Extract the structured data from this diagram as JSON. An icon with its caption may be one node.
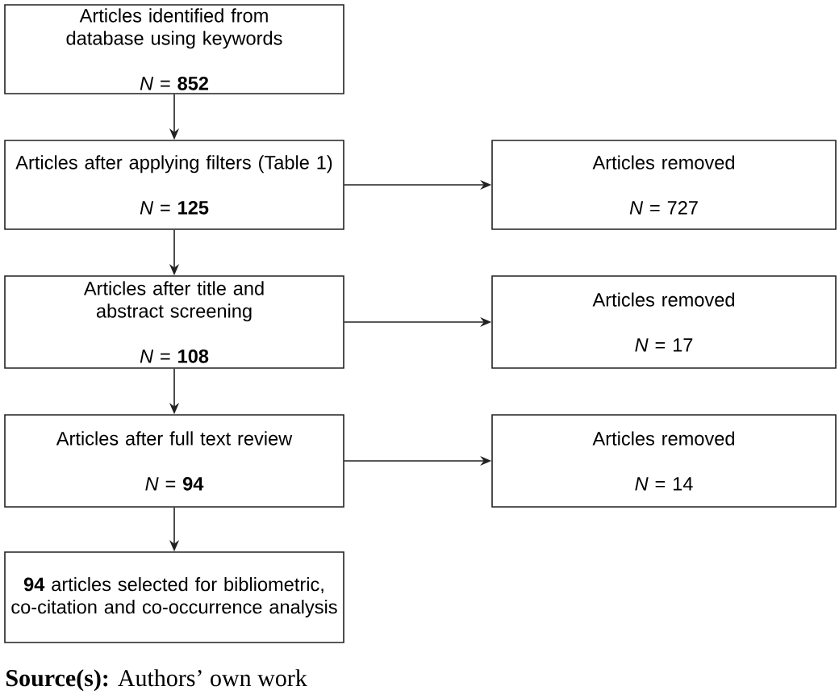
{
  "diagram": {
    "caption": "**Source(s):** Authors’ own work",
    "nodes": [
      {
        "text": [
          "Articles identified from database using keywords",
          "*N* = **852**"
        ]
      },
      {
        "text": [
          "Articles after applying filters (Table 1)",
          "*N* = **125**"
        ]
      },
      {
        "text": [
          "Articles removed",
          "*N* = 727"
        ]
      },
      {
        "text": [
          "Articles after title and abstract screening",
          "*N* = **108**"
        ]
      },
      {
        "text": [
          "Articles removed",
          "*N* = 17"
        ]
      },
      {
        "text": [
          "Articles after full text review",
          "*N* = **94**"
        ]
      },
      {
        "text": [
          "Articles removed",
          "*N* = 14"
        ]
      },
      {
        "text": [
          "**94** articles selected for bibliometric, co-citation and co-occurrence analysis"
        ]
      }
    ],
    "edges": [
      {
        "from": 0,
        "to": 1,
        "arrow": "to"
      },
      {
        "from": 1,
        "to": 3,
        "arrow": "to"
      },
      {
        "from": 3,
        "to": 5,
        "arrow": "to"
      },
      {
        "from": 5,
        "to": 7,
        "arrow": "to"
      },
      {
        "from": 1,
        "to": 2,
        "arrow": "to"
      },
      {
        "from": 3,
        "to": 4,
        "arrow": "to"
      },
      {
        "from": 5,
        "to": 6,
        "arrow": "to"
      }
    ]
  }
}
